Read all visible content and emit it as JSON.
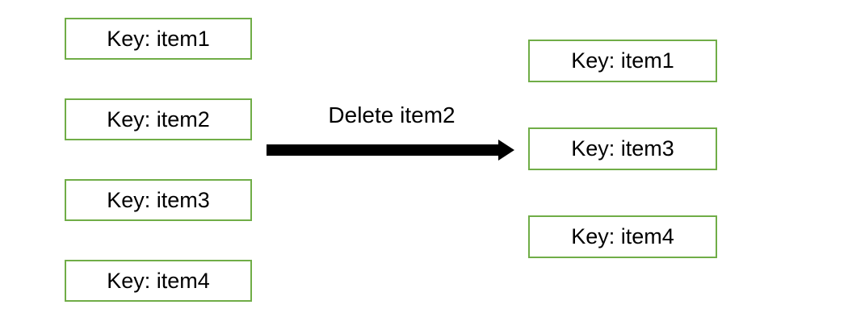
{
  "left_list": {
    "items": [
      {
        "label": "Key: item1"
      },
      {
        "label": "Key: item2"
      },
      {
        "label": "Key: item3"
      },
      {
        "label": "Key: item4"
      }
    ]
  },
  "transition": {
    "label": "Delete item2"
  },
  "right_list": {
    "items": [
      {
        "label": "Key: item1"
      },
      {
        "label": "Key: item3"
      },
      {
        "label": "Key: item4"
      }
    ]
  },
  "colors": {
    "box_border": "#70AD47",
    "arrow": "#000000",
    "text": "#000000",
    "background": "#FFFFFF"
  }
}
